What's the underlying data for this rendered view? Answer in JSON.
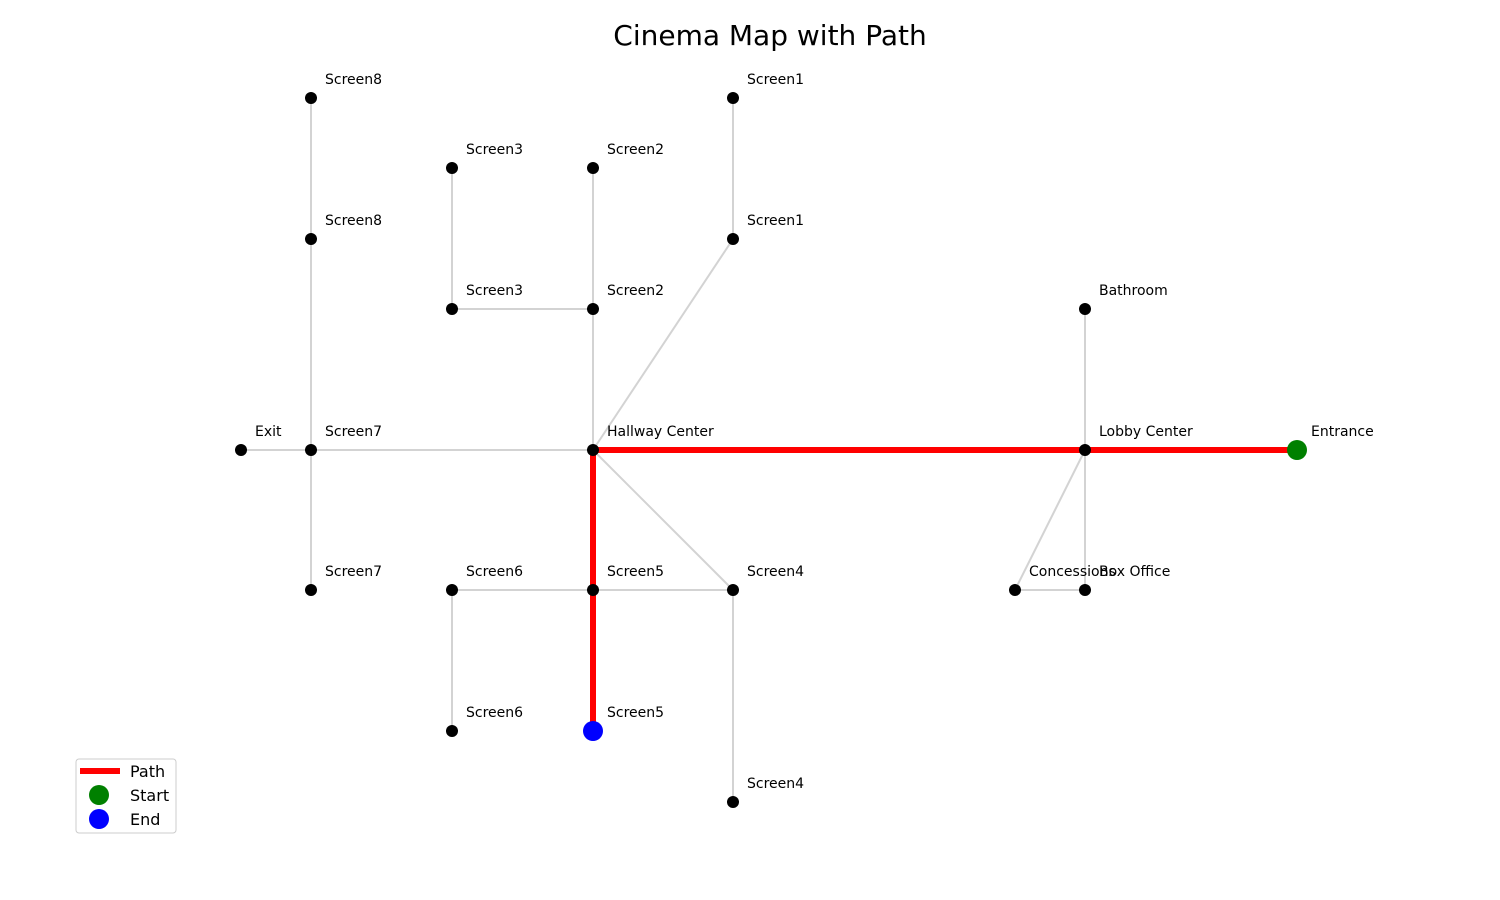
{
  "title": "Cinema Map with Path",
  "colors": {
    "edge": "#d3d3d3",
    "node": "#000000",
    "path": "#ff0000",
    "start": "#008000",
    "end": "#0000ff"
  },
  "nodes": [
    {
      "id": "screen8_top",
      "label": "Screen8"
    },
    {
      "id": "screen8_bottom",
      "label": "Screen8"
    },
    {
      "id": "screen3_top",
      "label": "Screen3"
    },
    {
      "id": "screen3_bottom",
      "label": "Screen3"
    },
    {
      "id": "screen2_top",
      "label": "Screen2"
    },
    {
      "id": "screen2_bottom",
      "label": "Screen2"
    },
    {
      "id": "screen1_top",
      "label": "Screen1"
    },
    {
      "id": "screen1_bottom",
      "label": "Screen1"
    },
    {
      "id": "bathroom",
      "label": "Bathroom"
    },
    {
      "id": "exit",
      "label": "Exit"
    },
    {
      "id": "screen7_mid",
      "label": "Screen7"
    },
    {
      "id": "hallway_center",
      "label": "Hallway Center"
    },
    {
      "id": "lobby_center",
      "label": "Lobby Center"
    },
    {
      "id": "entrance",
      "label": "Entrance"
    },
    {
      "id": "screen7_low",
      "label": "Screen7"
    },
    {
      "id": "screen6_top",
      "label": "Screen6"
    },
    {
      "id": "screen5_top",
      "label": "Screen5"
    },
    {
      "id": "screen4_top",
      "label": "Screen4"
    },
    {
      "id": "concessions",
      "label": "Concessions"
    },
    {
      "id": "box_office",
      "label": "Box Office"
    },
    {
      "id": "screen6_low",
      "label": "Screen6"
    },
    {
      "id": "screen5_low",
      "label": "Screen5"
    },
    {
      "id": "screen4_low",
      "label": "Screen4"
    }
  ],
  "edges": [
    [
      "screen8_top",
      "screen8_bottom"
    ],
    [
      "screen8_bottom",
      "screen7_mid"
    ],
    [
      "exit",
      "screen7_mid"
    ],
    [
      "screen7_mid",
      "screen7_low"
    ],
    [
      "screen7_mid",
      "hallway_center"
    ],
    [
      "screen3_top",
      "screen3_bottom"
    ],
    [
      "screen3_bottom",
      "screen2_bottom"
    ],
    [
      "screen2_top",
      "screen2_bottom"
    ],
    [
      "screen2_bottom",
      "hallway_center"
    ],
    [
      "screen1_top",
      "screen1_bottom"
    ],
    [
      "screen1_bottom",
      "hallway_center"
    ],
    [
      "hallway_center",
      "screen4_top"
    ],
    [
      "hallway_center",
      "screen5_top"
    ],
    [
      "hallway_center",
      "lobby_center"
    ],
    [
      "screen6_top",
      "screen5_top"
    ],
    [
      "screen5_top",
      "screen4_top"
    ],
    [
      "screen6_top",
      "screen6_low"
    ],
    [
      "screen5_top",
      "screen5_low"
    ],
    [
      "screen4_top",
      "screen4_low"
    ],
    [
      "bathroom",
      "lobby_center"
    ],
    [
      "lobby_center",
      "box_office"
    ],
    [
      "lobby_center",
      "concessions"
    ],
    [
      "concessions",
      "box_office"
    ],
    [
      "lobby_center",
      "entrance"
    ]
  ],
  "path": [
    "entrance",
    "lobby_center",
    "hallway_center",
    "screen5_top",
    "screen5_low"
  ],
  "start": "entrance",
  "end": "screen5_low",
  "legend": [
    {
      "key": "path",
      "label": "Path"
    },
    {
      "key": "start",
      "label": "Start"
    },
    {
      "key": "end",
      "label": "End"
    }
  ]
}
